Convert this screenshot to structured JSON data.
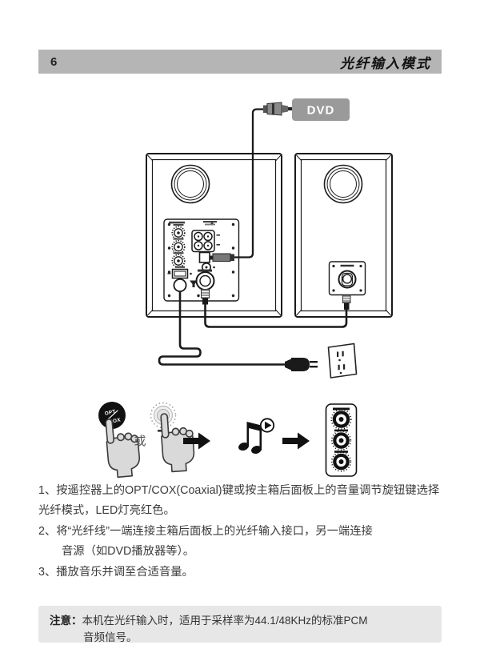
{
  "page": {
    "number": "6",
    "title": "光纤输入模式"
  },
  "diagram": {
    "dvd_label": "DVD",
    "or_label": "或",
    "opt_button": {
      "line1": "OPT",
      "line2": "COX"
    }
  },
  "instructions": {
    "lines": [
      "1、按遥控器上的OPT/COX(Coaxial)键或按主箱后面板上的音量调节旋钮键选择",
      "光纤模式，LED灯亮红色。",
      "2、将“光纤线”一端连接主箱后面板上的光纤输入接口，另一端连接",
      "音源（如DVD播放器等）。",
      "3、播放音乐并调至合适音量。"
    ]
  },
  "note": {
    "label": "注意：",
    "line1": "本机在光纤输入时，适用于采样率为44.1/48KHz的标准PCM",
    "line2": "音频信号。"
  },
  "colors": {
    "header_bg": "#b5b5b5",
    "note_bg": "#e7e7e7",
    "dvd_bg": "#9a9a9a",
    "ink": "#1a1a1a"
  }
}
